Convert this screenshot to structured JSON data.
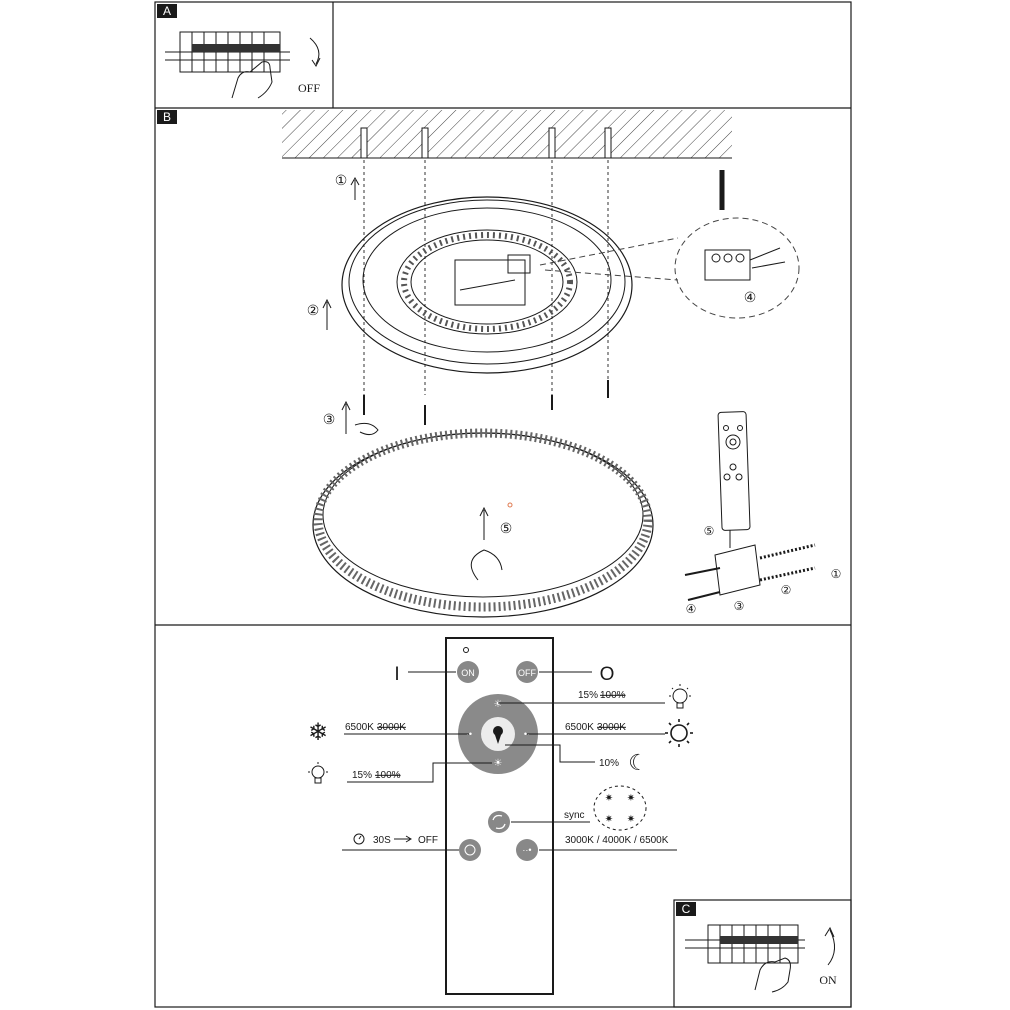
{
  "panels": {
    "a_label": "A",
    "b_label": "B",
    "c_label": "C",
    "a_text": "OFF",
    "c_text": "ON"
  },
  "steps": [
    "①",
    "②",
    "③",
    "④",
    "⑤"
  ],
  "remote": {
    "on_label": "ON",
    "off_label": "OFF",
    "power_on_symbol": "I",
    "power_off_symbol": "O",
    "brightness_up": {
      "low": "15%",
      "high": "100%"
    },
    "color_warm": {
      "from": "6500K",
      "to": "3000K"
    },
    "color_cool": {
      "from": "6500K",
      "to": "3000K"
    },
    "brightness_down": {
      "low": "15%",
      "high": "100%"
    },
    "night_light": "10%",
    "sync_label": "sync",
    "timer_time": "30S",
    "timer_off": "OFF",
    "cct_presets": "3000K / 4000K / 6500K",
    "icons": [
      "snowflake-icon",
      "sun-icon",
      "moon-icon",
      "bulb-icon",
      "cycle-icon",
      "timer-icon",
      "dots-icon"
    ]
  }
}
